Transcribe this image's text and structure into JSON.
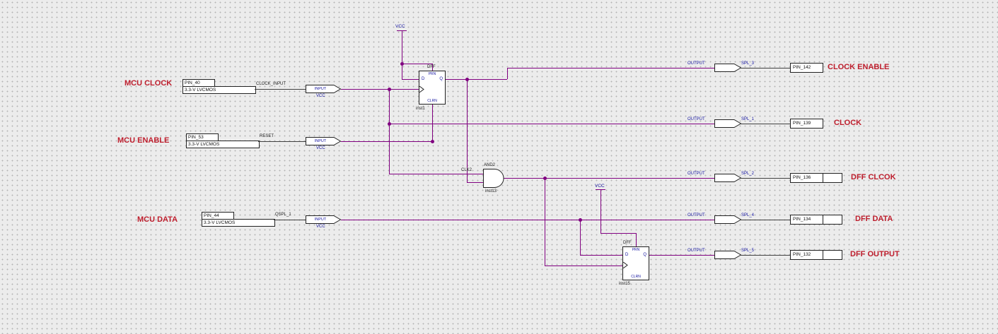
{
  "schematic": {
    "inputs": [
      {
        "comment": "MCU CLOCK",
        "pin": "PIN_40",
        "io_standard": "3.3-V LVCMOS",
        "net": "CLOCK_INPUT",
        "port_type": "INPUT",
        "default_level": "VCC"
      },
      {
        "comment": "MCU ENABLE",
        "pin": "PIN_53",
        "io_standard": "3.3-V LVCMOS",
        "net": "RESET",
        "port_type": "INPUT",
        "default_level": "VCC"
      },
      {
        "comment": "MCU DATA",
        "pin": "PIN_44",
        "io_standard": "3.3-V LVCMOS",
        "net": "QSPL_1",
        "port_type": "INPUT",
        "default_level": "VCC"
      }
    ],
    "outputs": [
      {
        "comment": "CLOCK ENABLE",
        "pin": "PIN_142",
        "net": "SPL_3",
        "port_type": "OUTPUT"
      },
      {
        "comment": "CLOCK",
        "pin": "PIN_139",
        "net": "SPL_1",
        "port_type": "OUTPUT"
      },
      {
        "comment": "DFF CLCOK",
        "pin": "PIN_136",
        "net": "SPL_2",
        "port_type": "OUTPUT"
      },
      {
        "comment": "DFF DATA",
        "pin": "PIN_134",
        "net": "SPL_4",
        "port_type": "OUTPUT"
      },
      {
        "comment": "DFF OUTPUT",
        "pin": "PIN_132",
        "net": "SPL_5",
        "port_type": "OUTPUT"
      }
    ],
    "components": {
      "dff_ports": {
        "prn": "PRN",
        "d": "D",
        "q": "Q",
        "clrn": "CLRN"
      },
      "dff1": {
        "type": "DFF",
        "instance": "inst1"
      },
      "dff2": {
        "type": "DFF",
        "instance": "inst15"
      },
      "and_gate": {
        "type": "AND2",
        "instance": "inst13",
        "net_label": "CLK2"
      },
      "power": {
        "vcc1": "VCC",
        "vcc2": "VCC"
      }
    },
    "colors": {
      "wire": "#800080",
      "comment_red": "#BE1E2D",
      "port_blue": "#1414A0"
    }
  }
}
